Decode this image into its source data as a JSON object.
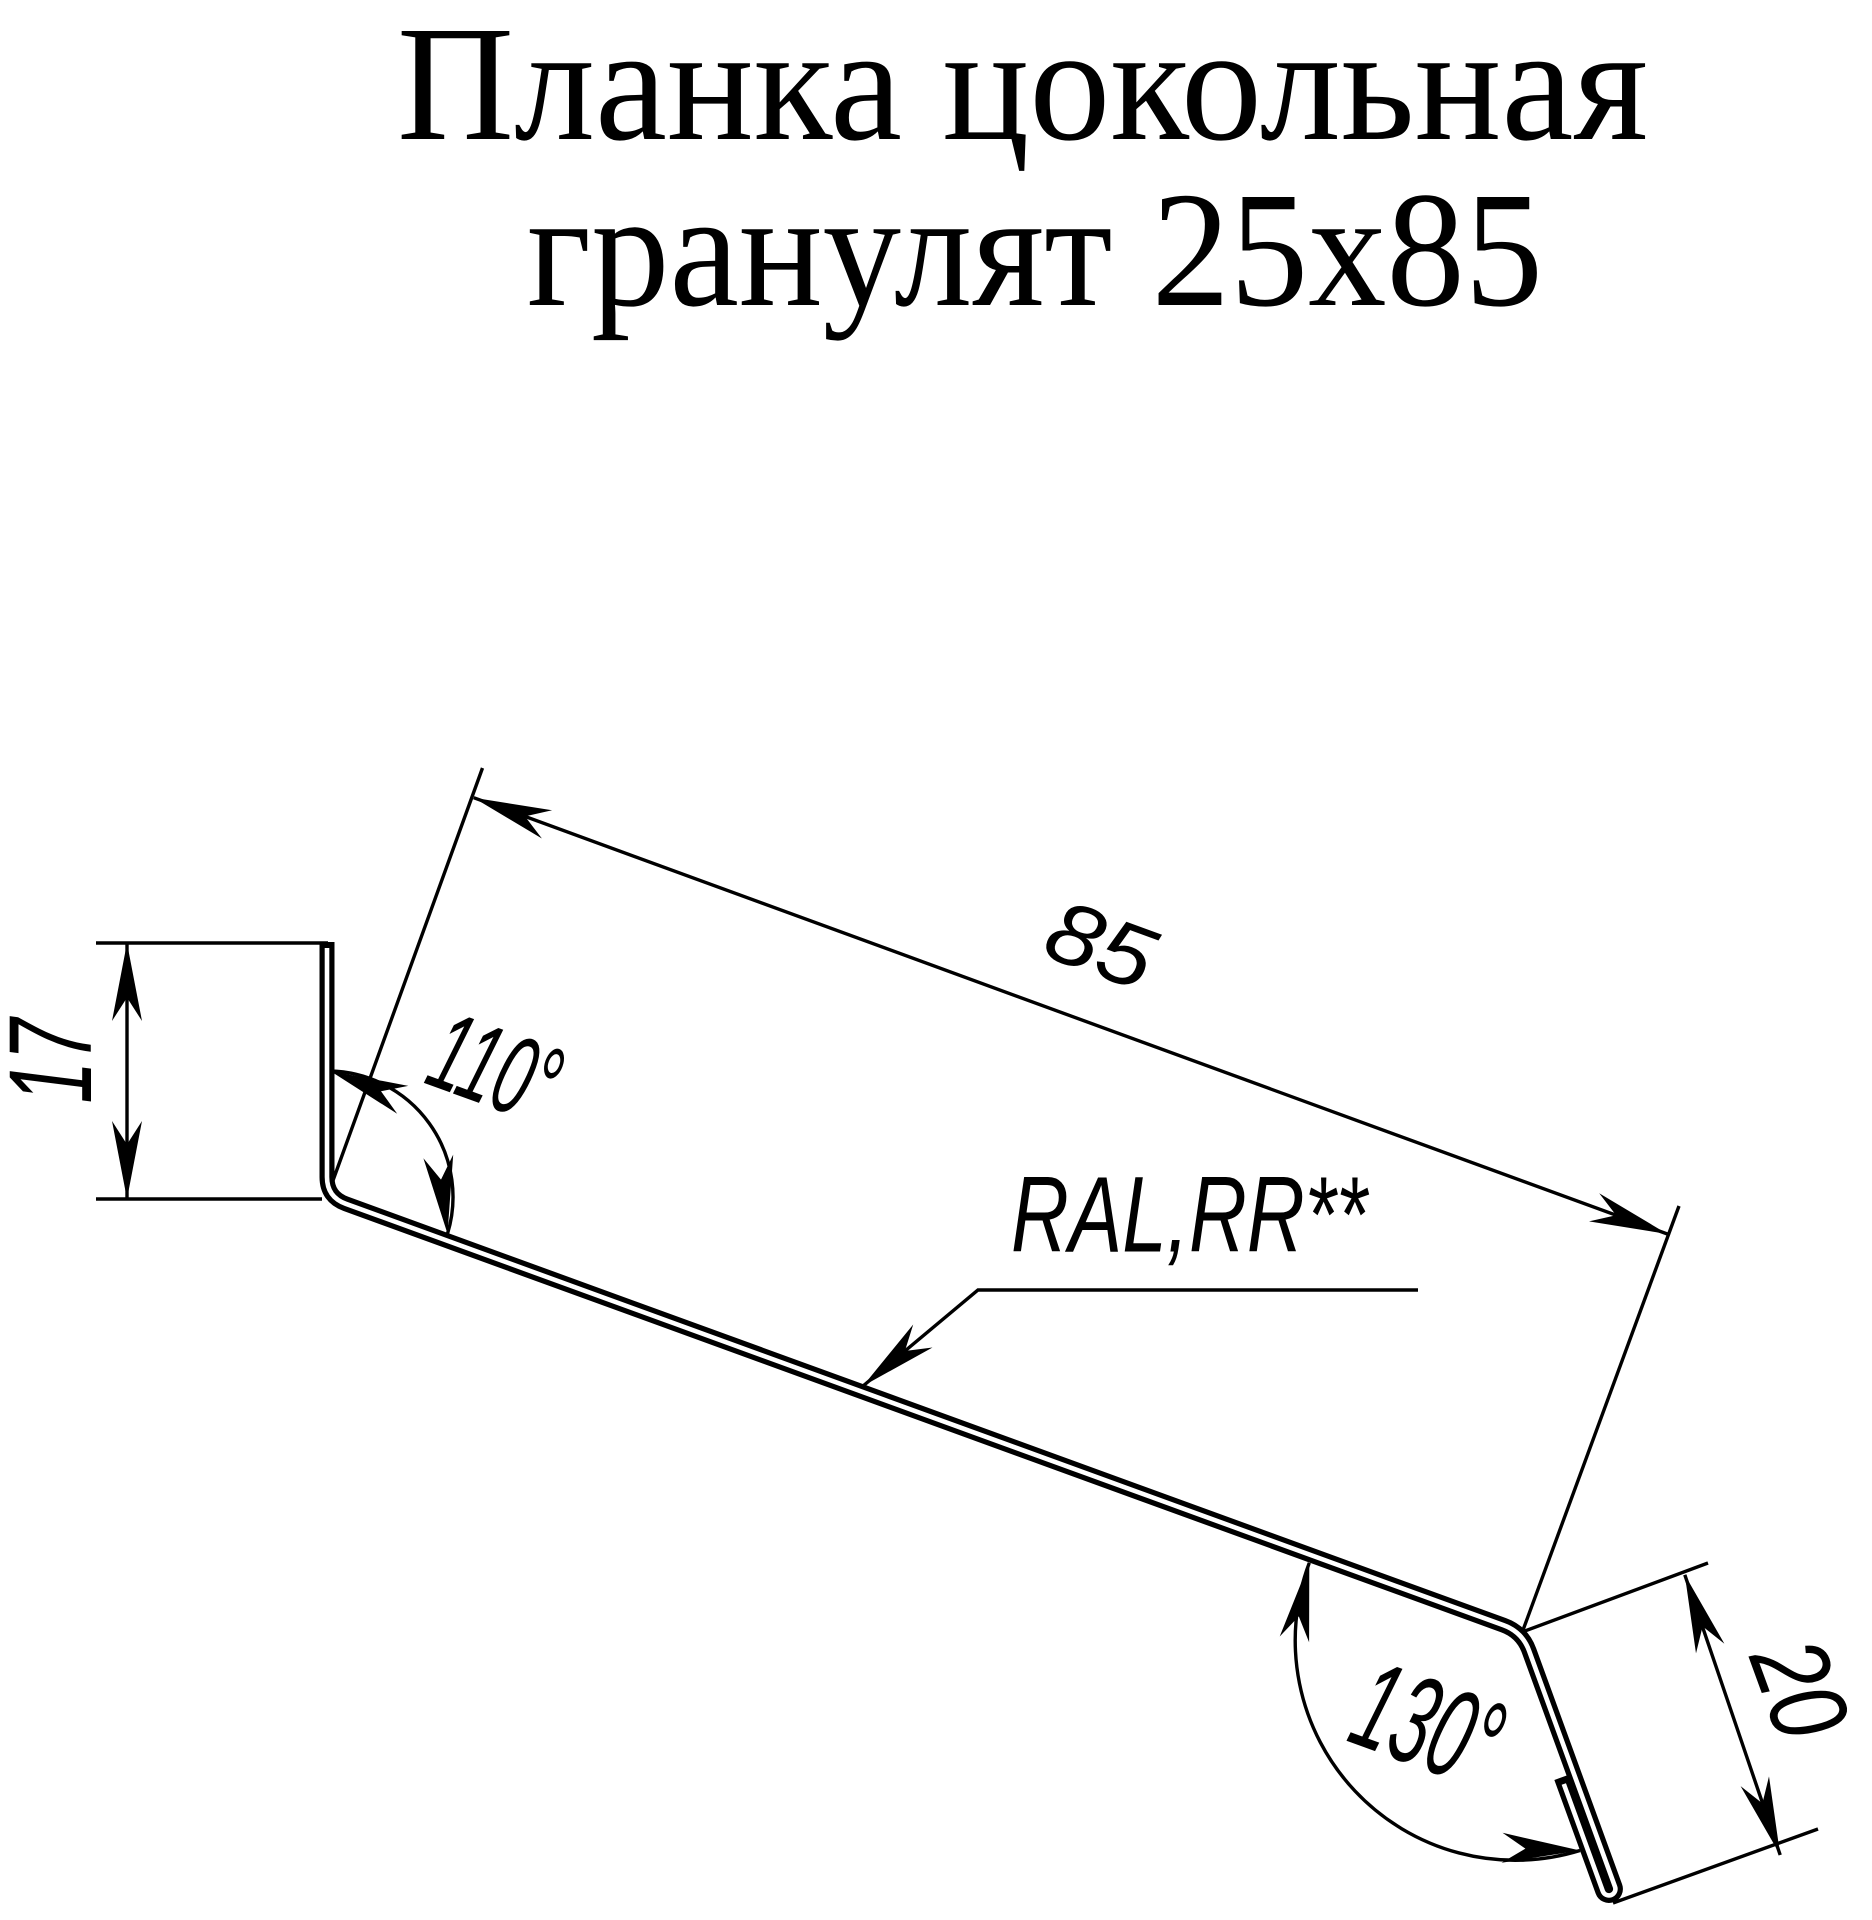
{
  "page": {
    "background": "#ffffff",
    "ink": "#000000"
  },
  "title": {
    "line1": "Планка цокольная",
    "line2": "гранулят 25х85"
  },
  "drawing": {
    "type": "sheet-metal profile cross-section",
    "part_name": "Планка цокольная гранулят",
    "size": "25x85",
    "labels": {
      "flange_height": "17",
      "face_length": "85",
      "upper_angle": "110°",
      "lower_angle": "130°",
      "lower_flange_width": "20",
      "coating": "RAL,RR**"
    }
  }
}
